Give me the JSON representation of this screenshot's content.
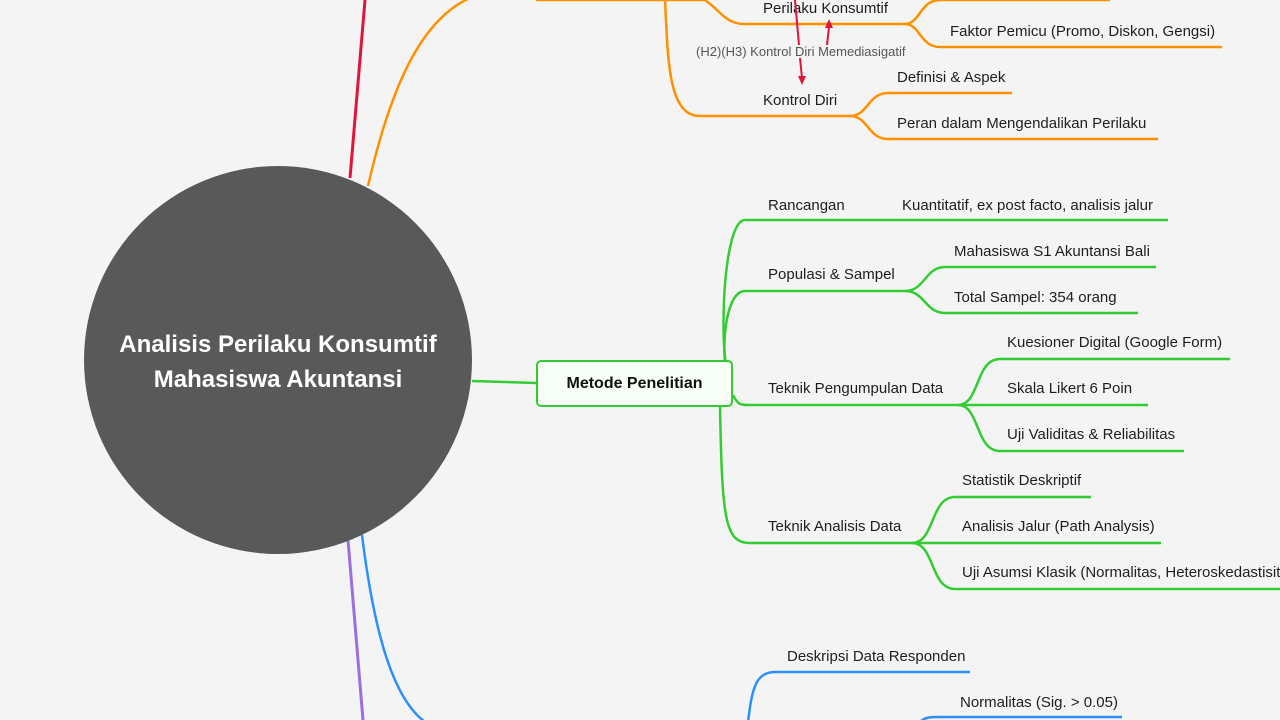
{
  "root": {
    "line1": "Analisis Perilaku Konsumtif",
    "line2": "Mahasiswa Akuntansi",
    "color": "#595959"
  },
  "colors": {
    "orange": "#ff9000",
    "green": "#33cc33",
    "blue": "#2b8fff",
    "red": "#e0143c",
    "purple": "#9c6fe0"
  },
  "orange_branch": {
    "perilaku": {
      "label": "Perilaku Konsumtif",
      "children": [
        "Faktor Pemicu (Promo, Diskon, Gengsi)"
      ]
    },
    "kontrol": {
      "label": "Kontrol Diri",
      "children": [
        "Definisi & Aspek",
        "Peran dalam Mengendalikan Perilaku"
      ]
    },
    "relation_label": "(H2)(H3) Kontrol Diri Memediasigatif"
  },
  "metode": {
    "label": "Metode Penelitian",
    "items": [
      {
        "label": "Rancangan",
        "children": [
          "Kuantitatif, ex post facto, analisis jalur"
        ]
      },
      {
        "label": "Populasi & Sampel",
        "children": [
          "Mahasiswa S1 Akuntansi Bali",
          "Total Sampel: 354 orang"
        ]
      },
      {
        "label": "Teknik Pengumpulan Data",
        "children": [
          "Kuesioner Digital (Google Form)",
          "Skala Likert 6 Poin",
          "Uji Validitas & Reliabilitas"
        ]
      },
      {
        "label": "Teknik Analisis Data",
        "children": [
          "Statistik Deskriptif",
          "Analisis Jalur (Path Analysis)",
          "Uji Asumsi Klasik (Normalitas, Heteroskedastisitas)"
        ]
      }
    ]
  },
  "blue_branch": {
    "items": [
      "Deskripsi Data Responden",
      "Normalitas (Sig. > 0.05)"
    ]
  }
}
